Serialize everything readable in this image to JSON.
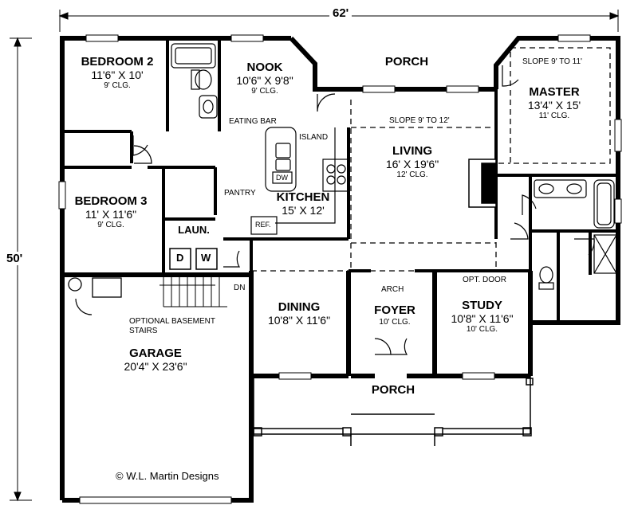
{
  "dimensions": {
    "width_label": "62'",
    "depth_label": "50'"
  },
  "rooms": {
    "bedroom2": {
      "name": "BEDROOM 2",
      "size": "11'6\" X 10'",
      "ceiling": "9' CLG."
    },
    "nook": {
      "name": "NOOK",
      "size": "10'6\" X 9'8\"",
      "ceiling": "9' CLG."
    },
    "porch_rear": {
      "name": "PORCH"
    },
    "master": {
      "name": "MASTER",
      "size": "13'4\" X 15'",
      "ceiling": "11' CLG."
    },
    "living": {
      "name": "LIVING",
      "size": "16' X 19'6\"",
      "ceiling": "12' CLG."
    },
    "kitchen": {
      "name": "KITCHEN",
      "size": "15' X 12'"
    },
    "bedroom3": {
      "name": "BEDROOM 3",
      "size": "11' X 11'6\"",
      "ceiling": "9' CLG."
    },
    "laundry": {
      "name": "LAUN."
    },
    "dining": {
      "name": "DINING",
      "size": "10'8\" X 11'6\""
    },
    "foyer": {
      "name": "FOYER",
      "ceiling": "10' CLG."
    },
    "study": {
      "name": "STUDY",
      "size": "10'8\" X 11'6\"",
      "ceiling": "10' CLG."
    },
    "garage": {
      "name": "GARAGE",
      "size": "20'4\" X 23'6\""
    },
    "porch_front": {
      "name": "PORCH"
    }
  },
  "notes": {
    "slope_master": "SLOPE 9' TO 11'",
    "slope_living": "SLOPE 9' TO 12'",
    "eating_bar": "EATING BAR",
    "island": "ISLAND",
    "dw": "DW",
    "pantry": "PANTRY",
    "ref": "REF.",
    "washer": "W",
    "dryer": "D",
    "down": "DN",
    "arch": "ARCH",
    "opt_door": "OPT. DOOR",
    "basement_stairs_line1": "OPTIONAL BASEMENT",
    "basement_stairs_line2": "STAIRS"
  },
  "copyright": "© W.L. Martin Designs"
}
